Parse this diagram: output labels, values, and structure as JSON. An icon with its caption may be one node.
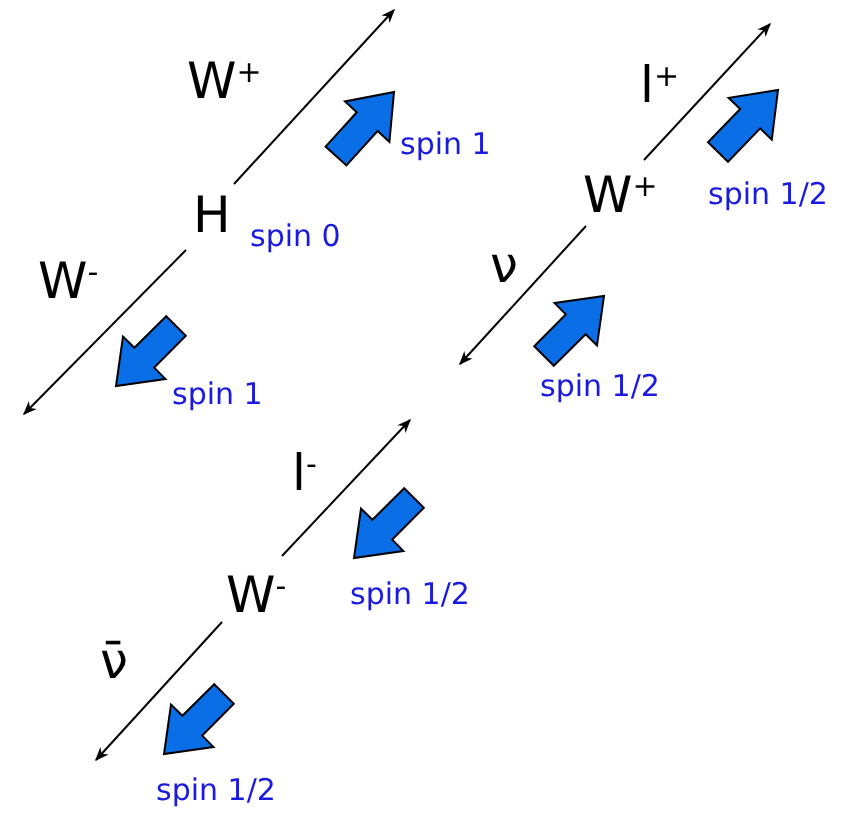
{
  "diagram": {
    "labels": [
      "W$^{+}$",
      "spin 1",
      "H",
      "spin 0",
      "W$^{-}$",
      "spin 1",
      "l$^{+}$",
      "W$^{+}$",
      "spin 1/2",
      "ν",
      "spin 1/2",
      "l$^{-}$",
      "W$^{-}$",
      "spin 1/2",
      "ν̄",
      "spin 1/2"
    ]
  }
}
